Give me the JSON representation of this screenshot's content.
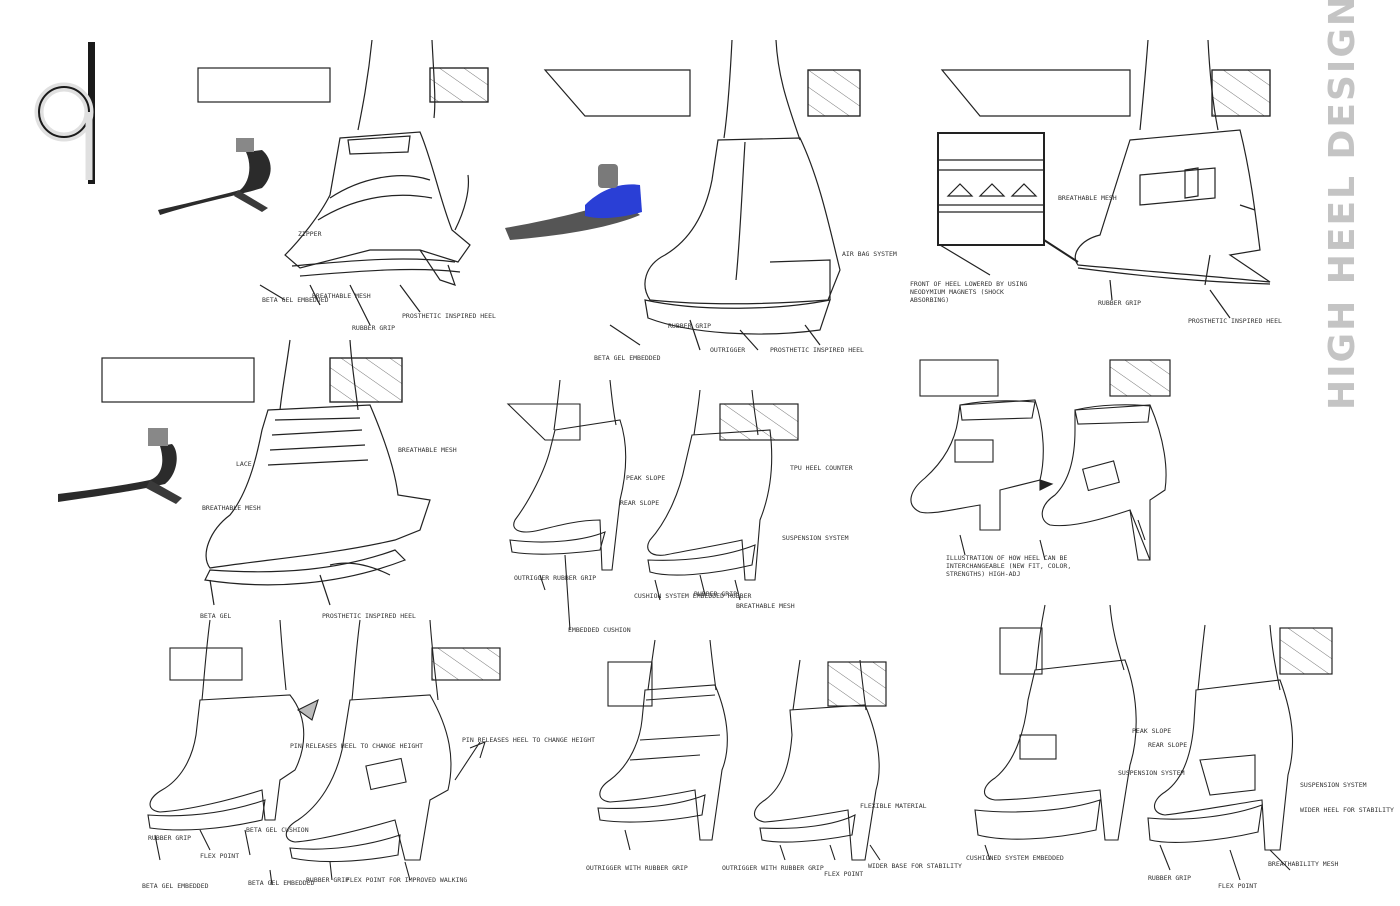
{
  "title": "HIGH HEEL DESIGN",
  "colors": {
    "ink": "#1f1f1f",
    "title": "#c4c4c4",
    "prosthetic_dark": "#2b2b2b",
    "prosthetic_blue": "#2a3fd6",
    "background": "#ffffff"
  },
  "logo_icon": "brand-monogram-logo",
  "sketches": [
    {
      "id": "s1",
      "labels": [
        "ZIPPER",
        "BETA GEL EMBEDDED",
        "BREATHABLE MESH",
        "RUBBER GRIP",
        "PROSTHETIC INSPIRED HEEL"
      ]
    },
    {
      "id": "s2",
      "labels": [
        "AIR BAG SYSTEM",
        "RUBBER GRIP",
        "BETA GEL EMBEDDED",
        "OUTRIGGER",
        "PROSTHETIC INSPIRED HEEL"
      ]
    },
    {
      "id": "s3",
      "labels": [
        "BREATHABLE MESH",
        "FRONT OF HEEL LOWERED BY USING NEODYMIUM MAGNETS (SHOCK ABSORBING)",
        "RUBBER GRIP",
        "PROSTHETIC INSPIRED HEEL"
      ]
    },
    {
      "id": "s4",
      "labels": [
        "LACE",
        "BREATHABLE MESH",
        "BREATHABLE MESH",
        "BETA GEL",
        "PROSTHETIC INSPIRED HEEL"
      ]
    },
    {
      "id": "s5",
      "labels": [
        "PEAK SLOPE",
        "REAR SLOPE",
        "TPU HEEL COUNTER",
        "SUSPENSION SYSTEM",
        "OUTRIGGER RUBBER GRIP",
        "CUSHION SYSTEM EMBEDDED RUBBER",
        "RUBBER GRIP",
        "BREATHABLE MESH",
        "EMBEDDED CUSHION"
      ]
    },
    {
      "id": "s6",
      "labels": [
        "ILLUSTRATION OF HOW HEEL CAN BE INTERCHANGEABLE (NEW FIT, COLOR, STRENGTHS) HIGH-ADJ"
      ]
    },
    {
      "id": "s7",
      "labels": [
        "PIN RELEASES HEEL TO CHANGE HEIGHT",
        "PIN RELEASES HEEL TO CHANGE HEIGHT",
        "BETA GEL CUSHION",
        "RUBBER GRIP",
        "FLEX POINT",
        "BETA GEL EMBEDDED",
        "BETA GEL EMBEDDED",
        "RUBBER GRIP",
        "FLEX POINT FOR IMPROVED WALKING"
      ]
    },
    {
      "id": "s8",
      "labels": [
        "FLEXIBLE MATERIAL",
        "OUTRIGGER WITH RUBBER GRIP",
        "OUTRIGGER WITH RUBBER GRIP",
        "FLEX POINT",
        "WIDER BASE FOR STABILITY"
      ]
    },
    {
      "id": "s9",
      "labels": [
        "PEAK SLOPE",
        "REAR SLOPE",
        "SUSPENSION SYSTEM",
        "SUSPENSION SYSTEM",
        "WIDER HEEL FOR STABILITY",
        "CUSHIONED SYSTEM EMBEDDED",
        "RUBBER GRIP",
        "BREATHABILITY MESH",
        "FLEX POINT"
      ]
    }
  ]
}
